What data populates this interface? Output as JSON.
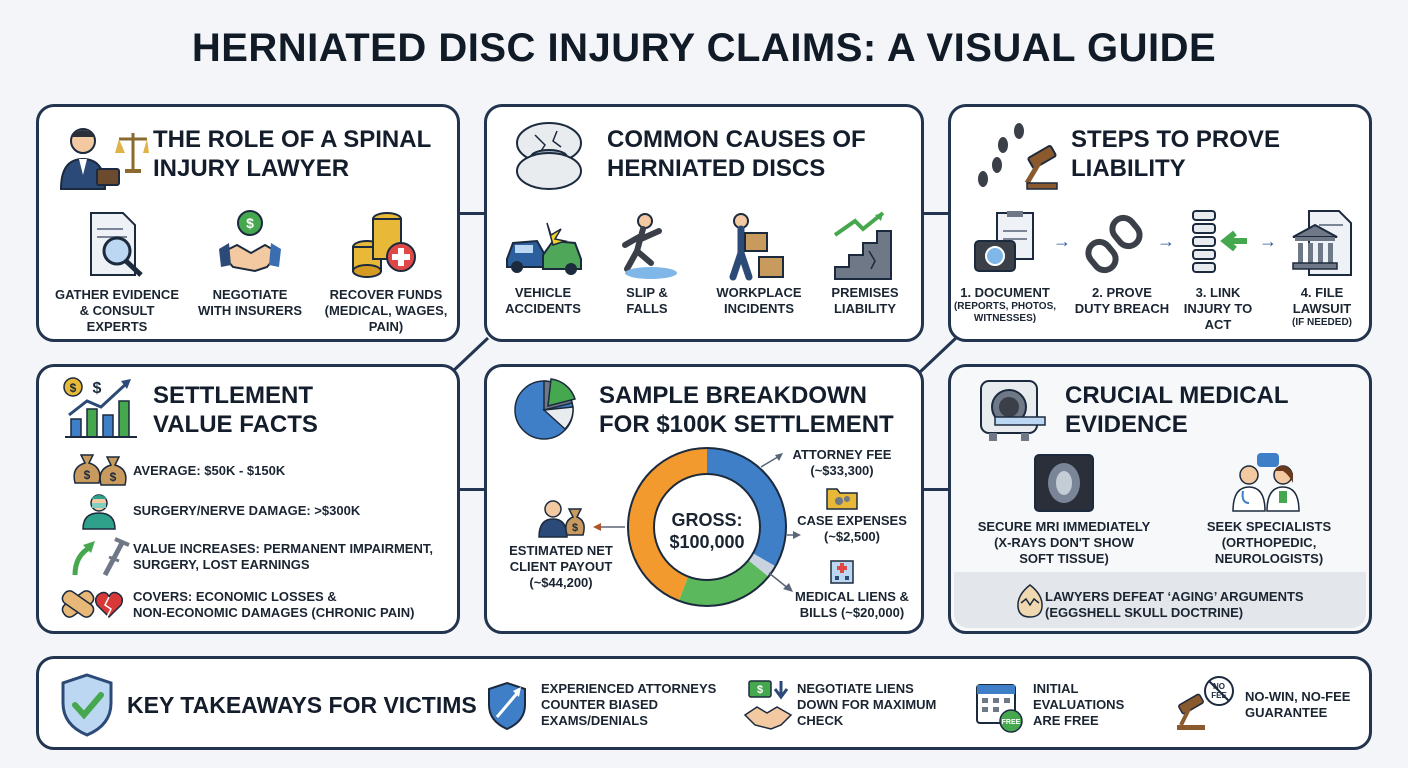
{
  "title": "HERNIATED DISC INJURY CLAIMS: A VISUAL GUIDE",
  "role": {
    "title_l1": "THE ROLE OF A SPINAL",
    "title_l2": "INJURY LAWYER",
    "items": [
      {
        "l1": "GATHER EVIDENCE",
        "l2": "& CONSULT",
        "l3": "EXPERTS"
      },
      {
        "l1": "NEGOTIATE",
        "l2": "WITH INSURERS"
      },
      {
        "l1": "RECOVER FUNDS",
        "l2": "(MEDICAL, WAGES,",
        "l3": "PAIN)"
      }
    ]
  },
  "causes": {
    "title_l1": "COMMON CAUSES OF",
    "title_l2": "HERNIATED DISCS",
    "items": [
      {
        "l1": "VEHICLE",
        "l2": "ACCIDENTS"
      },
      {
        "l1": "SLIP &",
        "l2": "FALLS"
      },
      {
        "l1": "WORKPLACE",
        "l2": "INCIDENTS"
      },
      {
        "l1": "PREMISES",
        "l2": "LIABILITY"
      }
    ]
  },
  "steps": {
    "title_l1": "STEPS TO PROVE",
    "title_l2": "LIABILITY",
    "items": [
      {
        "l1": "1. DOCUMENT",
        "sub1": "(REPORTS, PHOTOS,",
        "sub2": "WITNESSES)"
      },
      {
        "l1": "2. PROVE",
        "l2": "DUTY BREACH"
      },
      {
        "l1": "3. LINK",
        "l2": "INJURY TO",
        "l3": "ACT"
      },
      {
        "l1": "4. FILE",
        "l2": "LAWSUIT",
        "sub1": "(IF NEEDED)"
      }
    ]
  },
  "settlement": {
    "title_l1": "SETTLEMENT",
    "title_l2": "VALUE FACTS",
    "facts": [
      {
        "l1": "AVERAGE: $50K - $150K"
      },
      {
        "l1": "SURGERY/NERVE DAMAGE: >$300K"
      },
      {
        "l1": "VALUE INCREASES: PERMANENT IMPAIRMENT,",
        "l2": "SURGERY, LOST EARNINGS"
      },
      {
        "l1": "COVERS: ECONOMIC LOSSES &",
        "l2": "NON-ECONOMIC DAMAGES (CHRONIC PAIN)"
      }
    ]
  },
  "breakdown": {
    "title_l1": "SAMPLE BREAKDOWN",
    "title_l2": "FOR $100K SETTLEMENT",
    "center_l1": "GROSS:",
    "center_l2": "$100,000",
    "labels": {
      "attorney_l1": "ATTORNEY FEE",
      "attorney_l2": "(~$33,300)",
      "expenses_l1": "CASE EXPENSES",
      "expenses_l2": "(~$2,500)",
      "medical_l1": "MEDICAL LIENS &",
      "medical_l2": "BILLS (~$20,000)",
      "net_l1": "ESTIMATED NET",
      "net_l2": "CLIENT PAYOUT",
      "net_l3": "(~$44,200)"
    },
    "segments": [
      {
        "value": 33300,
        "color": "#3f7fc8"
      },
      {
        "value": 2500,
        "color": "#c9d3df"
      },
      {
        "value": 20000,
        "color": "#5cb85c"
      },
      {
        "value": 44200,
        "color": "#f39a2e"
      }
    ]
  },
  "medical": {
    "title_l1": "CRUCIAL MEDICAL",
    "title_l2": "EVIDENCE",
    "items": [
      {
        "l1": "SECURE MRI IMMEDIATELY",
        "l2": "(X-RAYS DON'T SHOW",
        "l3": "SOFT TISSUE)"
      },
      {
        "l1": "SEEK SPECIALISTS",
        "l2": "(ORTHOPEDIC,",
        "l3": "NEUROLOGISTS)"
      }
    ],
    "band_l1": "LAWYERS DEFEAT ‘AGING’ ARGUMENTS",
    "band_l2": "(EGGSHELL SKULL DOCTRINE)"
  },
  "takeaways": {
    "title": "KEY TAKEAWAYS FOR VICTIMS",
    "items": [
      {
        "l1": "EXPERIENCED ATTORNEYS",
        "l2": "COUNTER BIASED",
        "l3": "EXAMS/DENIALS"
      },
      {
        "l1": "NEGOTIATE LIENS",
        "l2": "DOWN FOR MAXIMUM",
        "l3": "CHECK"
      },
      {
        "l1": "INITIAL",
        "l2": "EVALUATIONS",
        "l3": "ARE FREE"
      },
      {
        "l1": "NO-WIN, NO-FEE",
        "l2": "GUARANTEE"
      }
    ],
    "free_badge": "FREE",
    "nofee_badge_l1": "NO",
    "nofee_badge_l2": "FEE"
  }
}
